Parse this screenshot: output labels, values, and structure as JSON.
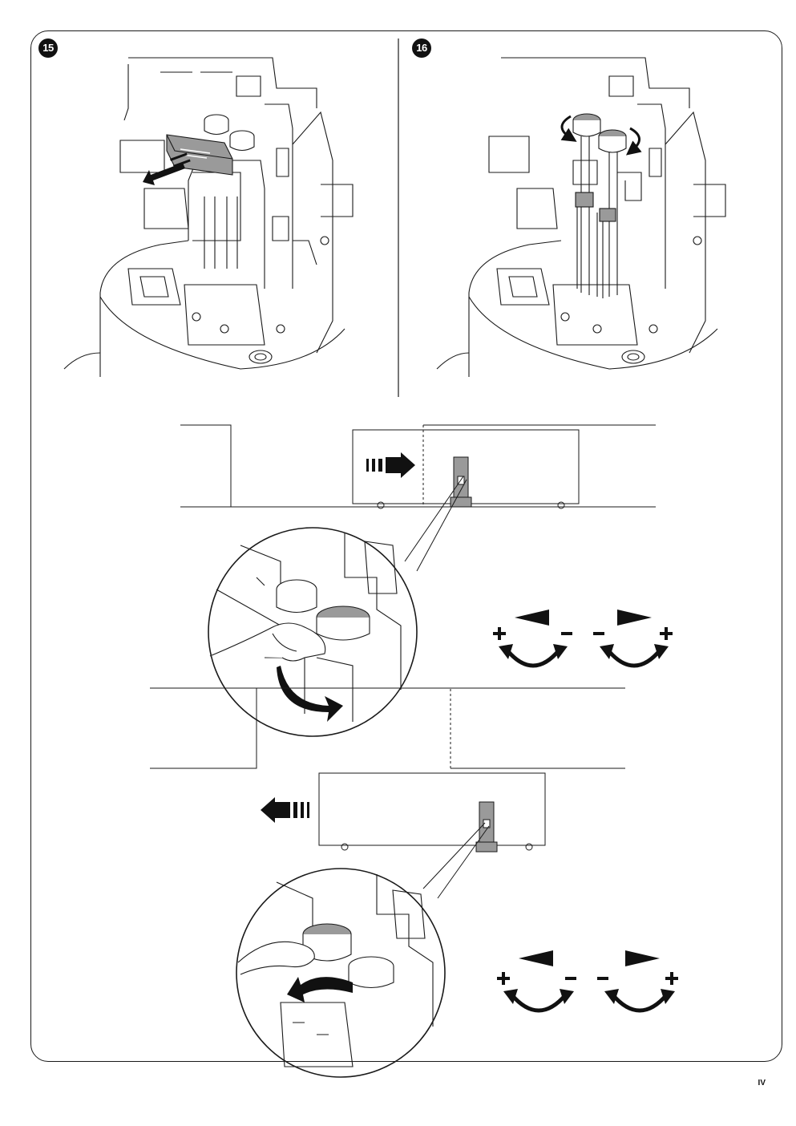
{
  "steps": [
    {
      "number": "15"
    },
    {
      "number": "16"
    }
  ],
  "footer": {
    "page_number": "IV"
  },
  "icons": {
    "direction_arrow": "arrow-right-icon",
    "direction_arrow_reverse": "arrow-left-icon",
    "rotate": "rotate-arrow-icon",
    "plus": "plus-icon",
    "minus": "minus-icon",
    "wedge": "triangle-pointer-icon"
  },
  "colors": {
    "line": "#1a1a1a",
    "highlight": "#9a9a9a",
    "fill_dark": "#111111"
  }
}
